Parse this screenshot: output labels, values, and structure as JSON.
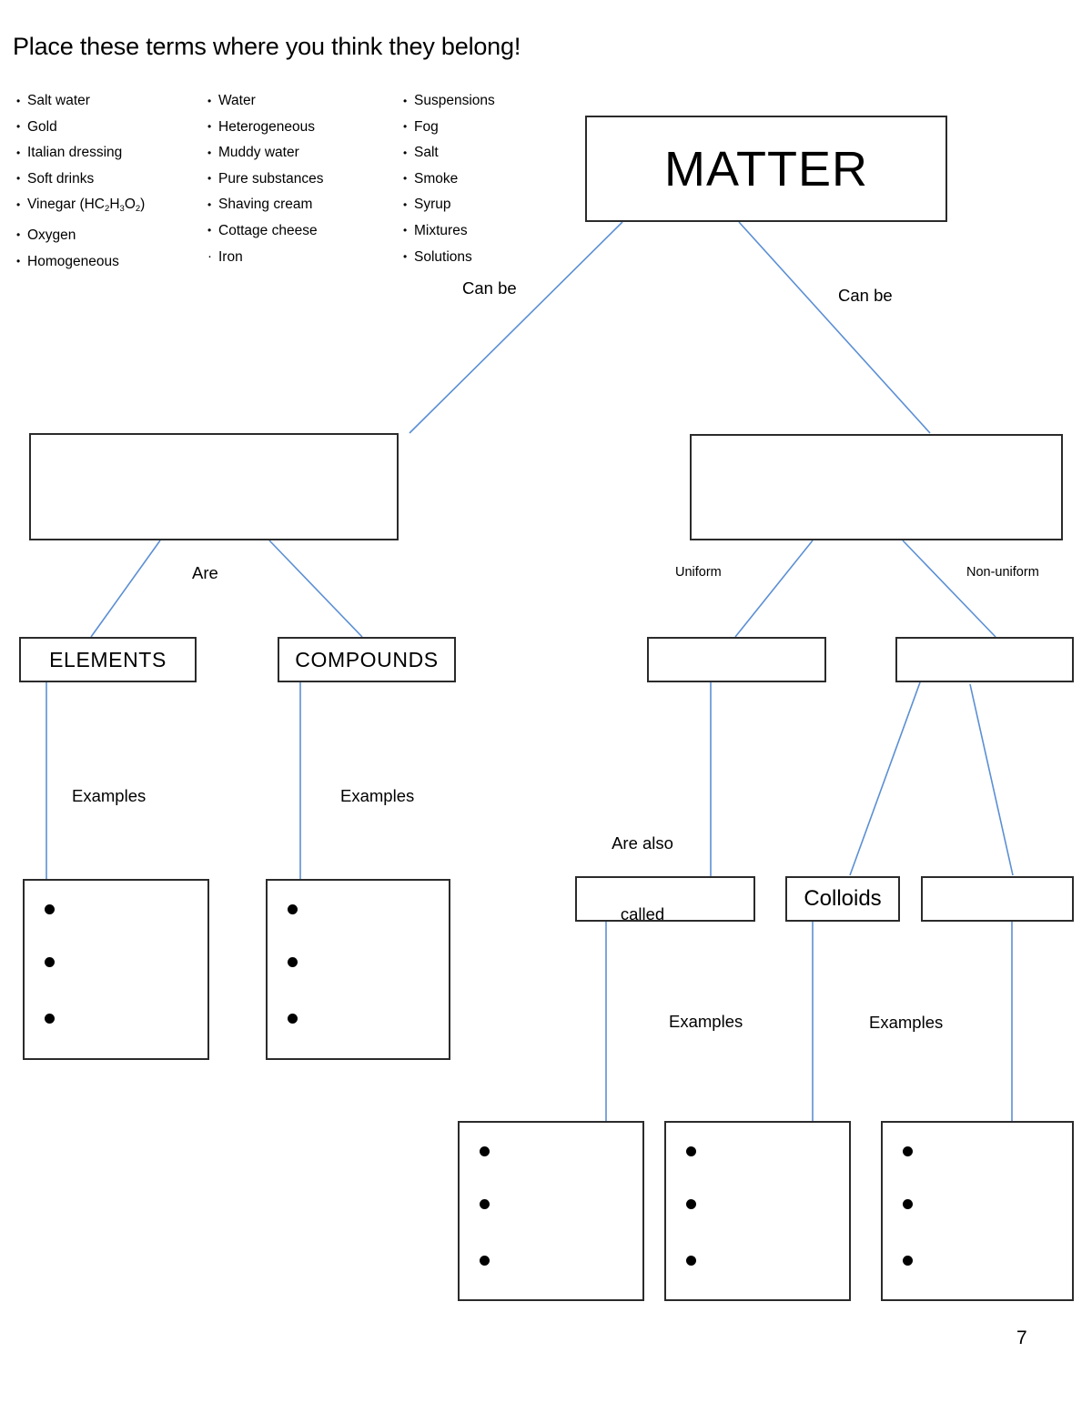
{
  "worksheet": {
    "title": "Place these terms where you think they belong!",
    "page_number": "7"
  },
  "term_bank": {
    "column_1": [
      "Salt water",
      "Gold",
      "Italian dressing",
      "Soft drinks",
      "Vinegar (HC2H3O2)",
      "Oxygen",
      "Homogeneous"
    ],
    "column_2": [
      "Water",
      "Heterogeneous",
      "Muddy water",
      "Pure substances",
      "Shaving cream",
      "Cottage cheese",
      "Iron"
    ],
    "column_3": [
      "Suspensions",
      "Fog",
      "Salt",
      "Smoke",
      "Syrup",
      "Mixtures",
      "Solutions"
    ],
    "vinegar_parts": {
      "prefix": "Vinegar (HC",
      "sub1": "2",
      "mid1": "H",
      "sub2": "3",
      "mid2": "O",
      "sub3": "2",
      "suffix": ")"
    }
  },
  "concept_map": {
    "nodes": {
      "matter": "MATTER",
      "pure_substances_blank": "",
      "mixtures_blank": "",
      "elements": "ELEMENTS",
      "compounds": "COMPOUNDS",
      "homogeneous_blank": "",
      "heterogeneous_blank": "",
      "solutions_blank": "",
      "colloids": "Colloids",
      "suspensions_blank": ""
    },
    "edge_labels": {
      "can_be_left": "Can be",
      "can_be_right": "Can be",
      "are": "Are",
      "uniform": "Uniform",
      "non_uniform": "Non-uniform",
      "examples_elements": "Examples",
      "examples_compounds": "Examples",
      "are_also_called_line1": "Are also",
      "are_also_called_line2": "called",
      "examples_colloids": "Examples",
      "examples_suspensions": "Examples"
    }
  },
  "colors": {
    "connector_line": "#5b8fd4",
    "box_border": "#2b2b2b",
    "text": "#000000",
    "background": "#ffffff"
  }
}
